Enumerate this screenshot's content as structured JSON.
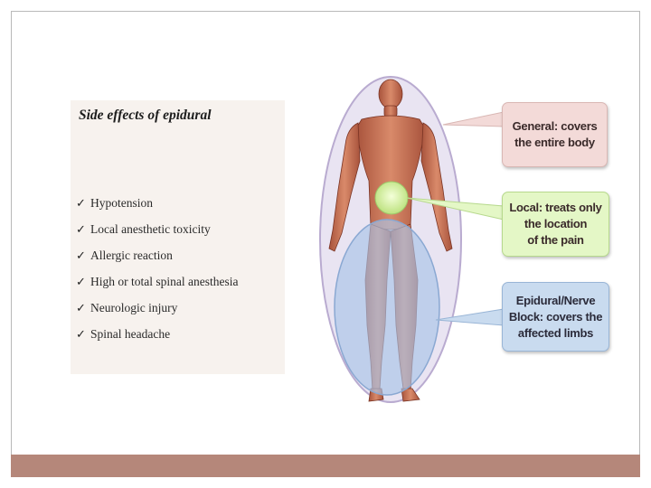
{
  "panel": {
    "title": "Side effects of epidural",
    "check_glyph": "✓",
    "items": [
      "Hypotension",
      "Local anesthetic toxicity",
      "Allergic reaction",
      "High or total spinal anesthesia",
      "Neurologic injury",
      "Spinal headache"
    ]
  },
  "figure": {
    "callouts": {
      "general": "General: covers\nthe entire body",
      "local": "Local: treats only\nthe location\nof the pain",
      "epidural": "Epidural/Nerve\nBlock: covers the\naffected limbs"
    }
  },
  "colors": {
    "footer_bar": "#b5877a",
    "panel_bg": "#f7f2ee",
    "general_callout": "#f3dad8",
    "local_callout": "#e4f7c6",
    "epidural_callout": "#c9dbef",
    "muscle": "#c4694f"
  }
}
